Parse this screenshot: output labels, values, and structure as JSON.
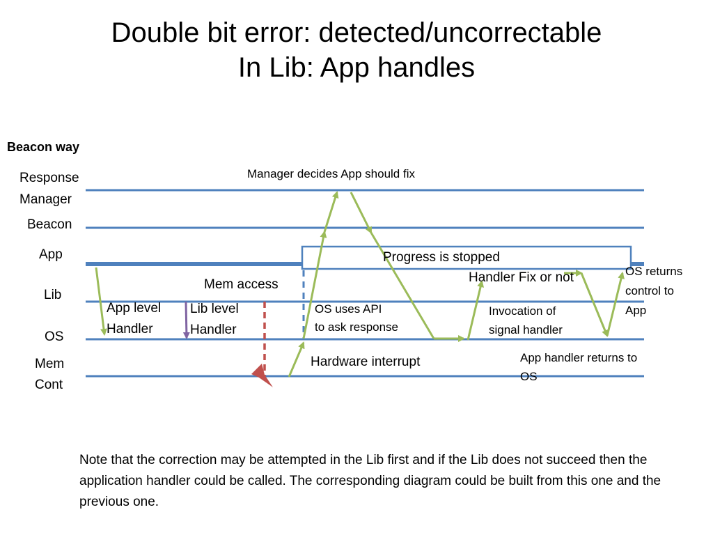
{
  "title": {
    "line1": "Double bit error: detected/uncorrectable",
    "line2": "In Lib: App handles"
  },
  "section_label": "Beacon way",
  "lanes": {
    "response_manager": [
      "Response",
      "Manager"
    ],
    "beacon": "Beacon",
    "app": "App",
    "lib": "Lib",
    "os": "OS",
    "mem_cont": [
      "Mem",
      "Cont"
    ]
  },
  "annotations": {
    "manager_decides": "Manager decides App should fix",
    "progress_stopped": "Progress is stopped",
    "handler_fix": "Handler Fix or not",
    "os_returns": [
      "OS returns",
      "control to",
      "App"
    ],
    "mem_access": "Mem access",
    "app_level_handler": [
      "App level",
      "Handler"
    ],
    "lib_level_handler": [
      "Lib level",
      "Handler"
    ],
    "os_uses_api": [
      "OS uses API",
      "to ask response"
    ],
    "invocation": [
      "Invocation of",
      "signal handler"
    ],
    "app_handler_returns": [
      "App handler returns to",
      "OS"
    ],
    "hardware_interrupt": "Hardware interrupt"
  },
  "note": "Note that the correction may be attempted  in the Lib first and if the Lib does not succeed then the application handler could be called. The corresponding diagram could be built from this one and the previous one.",
  "colors": {
    "lane_line": "#4f81bd",
    "arrow_green": "#9bbb59",
    "arrow_purple": "#8064a2",
    "dashed_red": "#c0504d",
    "dashed_blue": "#4f81bd"
  }
}
